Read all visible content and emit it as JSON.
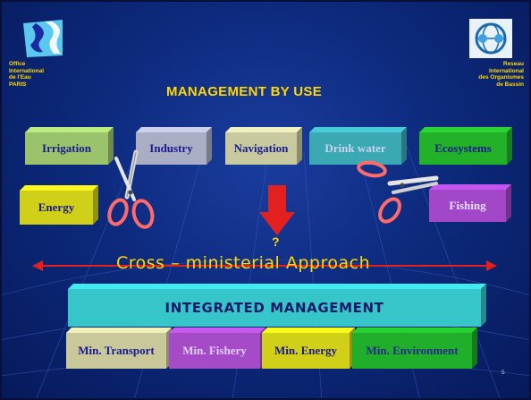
{
  "left_org": {
    "lines": [
      "Office",
      "International",
      "de l'Eau",
      "PARIS"
    ]
  },
  "right_org": {
    "lines": [
      "Reseau",
      "International",
      "des Organismes",
      "de Bassin"
    ]
  },
  "title": "MANAGEMENT BY USE",
  "uses": [
    {
      "label": "Irrigation",
      "color": "#9bc36b",
      "text_color": "#1a1a8c"
    },
    {
      "label": "Industry",
      "color": "#a9aec4",
      "text_color": "#1a1a8c"
    },
    {
      "label": "Navigation",
      "color": "#c9c9a0",
      "text_color": "#1a1a8c"
    },
    {
      "label": "Drink water",
      "color": "#3aa9b4",
      "text_color": "#c8d4ee"
    },
    {
      "label": "Ecosystems",
      "color": "#23b12a",
      "text_color": "#1a1a8c"
    },
    {
      "label": "Energy",
      "color": "#d0cf19",
      "text_color": "#1a1a8c"
    },
    {
      "label": "Fishing",
      "color": "#a247c7",
      "text_color": "#e6dcf5"
    }
  ],
  "question_mark": "?",
  "approach_label": "Cross – ministerial Approach",
  "integrated": {
    "label": "INTEGRATED MANAGEMENT",
    "color": "#36c5c8",
    "text_color": "#1a1a6a"
  },
  "ministries": [
    {
      "label": "Min. Transport",
      "color": "#c8c89a",
      "text_color": "#1a1a8c"
    },
    {
      "label": "Min. Fishery",
      "color": "#a64bc8",
      "text_color": "#e0cff2"
    },
    {
      "label": "Min. Energy",
      "color": "#d1d018",
      "text_color": "#1a1a8c"
    },
    {
      "label": "Min. Environment",
      "color": "#1faf2a",
      "text_color": "#2a2a8c"
    }
  ],
  "page_number": "5",
  "colors": {
    "accent": "#ffd800",
    "arrow": "#e32020",
    "background": "#0d2a7e"
  },
  "icons": [
    "scissors-icon",
    "down-arrow-icon",
    "double-arrow-icon",
    "oieau-logo-icon",
    "riob-globe-icon"
  ]
}
